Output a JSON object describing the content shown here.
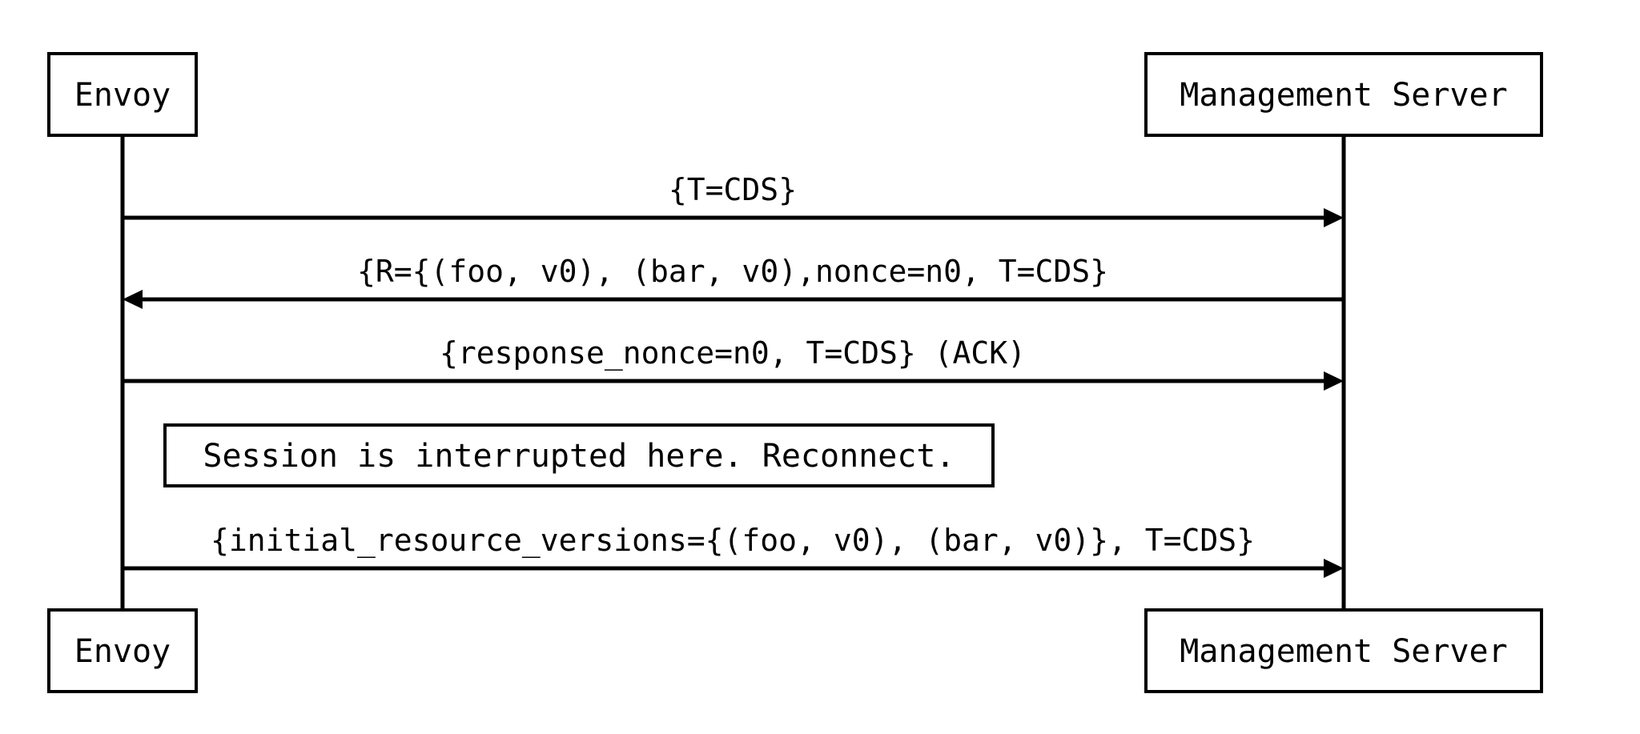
{
  "participants": {
    "envoy": "Envoy",
    "server": "Management Server"
  },
  "messages": [
    {
      "label": "{T=CDS}",
      "from": "envoy",
      "to": "server"
    },
    {
      "label": "{R={(foo, v0), (bar, v0),nonce=n0, T=CDS}",
      "from": "server",
      "to": "envoy"
    },
    {
      "label": "{response_nonce=n0, T=CDS} (ACK)",
      "from": "envoy",
      "to": "server"
    },
    {
      "label": "{initial_resource_versions={(foo, v0), (bar, v0)}, T=CDS}",
      "from": "envoy",
      "to": "server"
    }
  ],
  "note": {
    "text": "Session is interrupted here. Reconnect."
  }
}
